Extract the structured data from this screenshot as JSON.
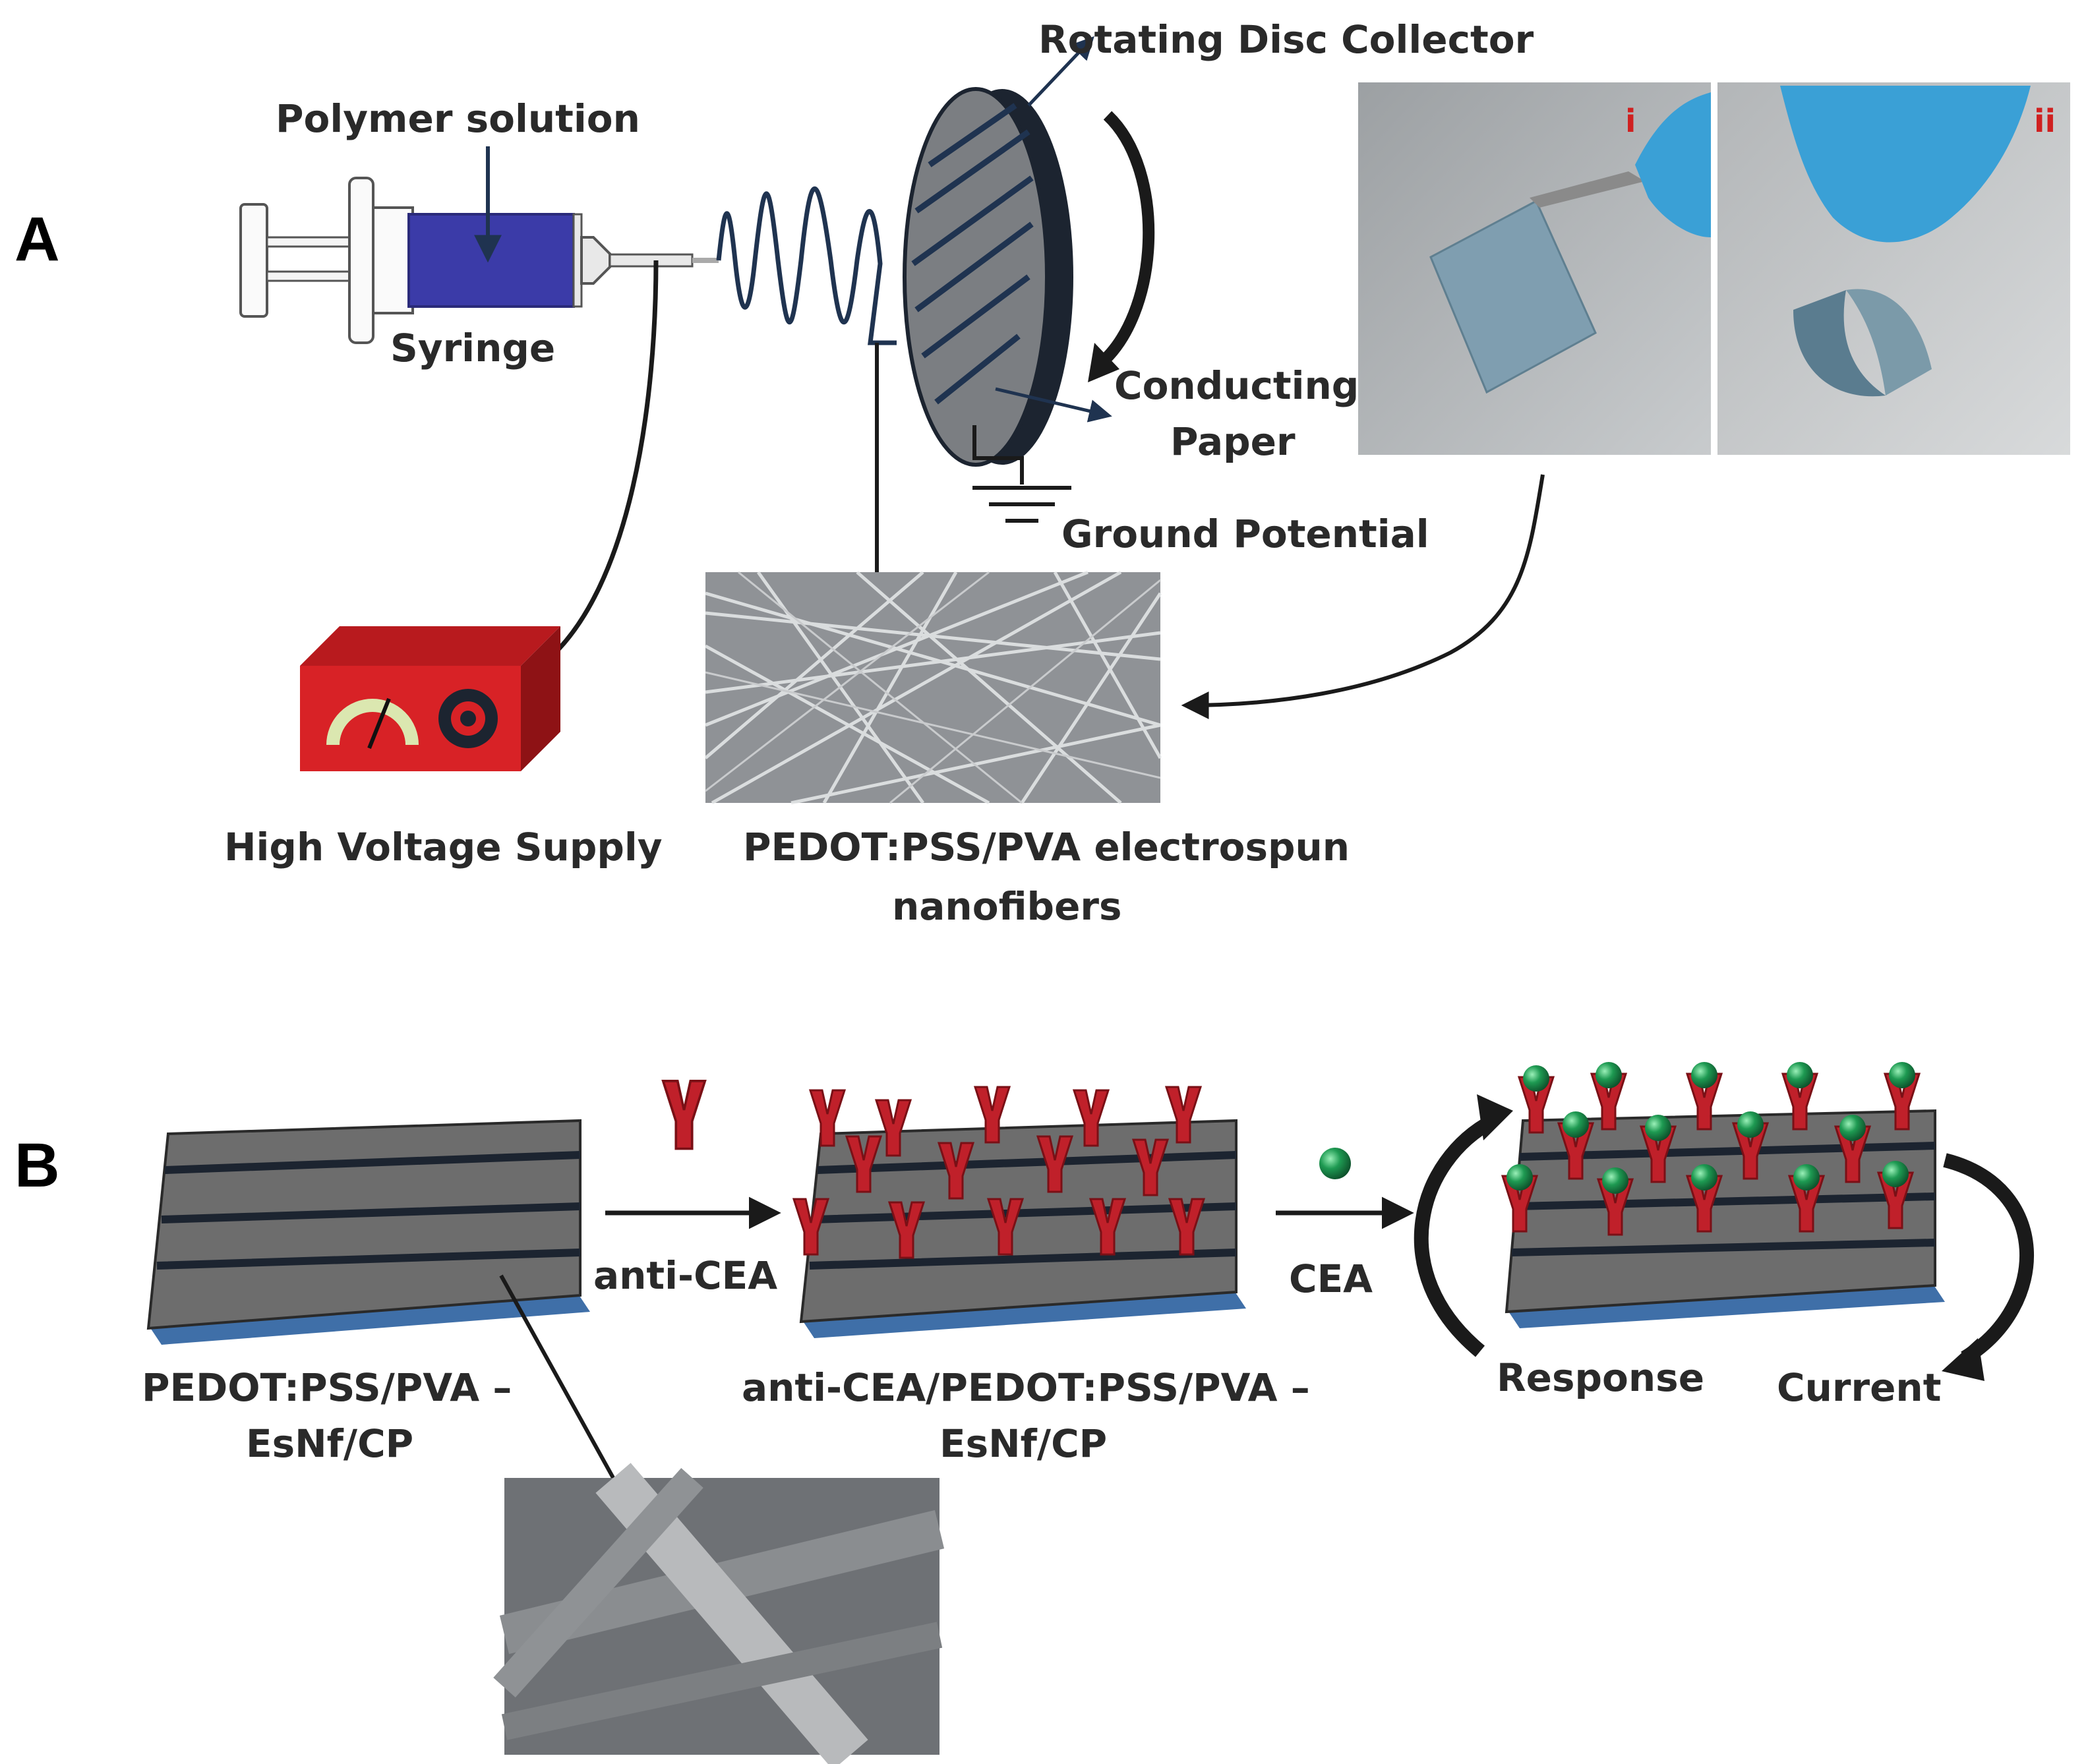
{
  "panel_a": {
    "letter": "A",
    "polymer_solution": "Polymer solution",
    "syringe": "Syringe",
    "rotating_disc_collector": "Rotating Disc Collector",
    "conducting_paper_line1": "Conducting",
    "conducting_paper_line2": "Paper",
    "ground_potential": "Ground Potential",
    "high_voltage_supply": "High Voltage Supply",
    "nanofibers_line1": "PEDOT:PSS/PVA electrospun",
    "nanofibers_line2": "nanofibers",
    "photo_marks": [
      "i",
      "ii"
    ]
  },
  "panel_b": {
    "letter": "B",
    "substrate_line1": "PEDOT:PSS/PVA –",
    "substrate_line2": "EsNf/CP",
    "antibody_step": "anti-CEA",
    "modified_line1": "anti-CEA/PEDOT:PSS/PVA –",
    "modified_line2": "EsNf/CP",
    "antigen_step": "CEA",
    "response": "Response",
    "current": "Current"
  },
  "colors": {
    "antibody": "#c0202a",
    "antigen": "#1e9a52",
    "substrate_top": "#6d6d6d",
    "substrate_base": "#3f6fa8",
    "power_supply": "#d82226",
    "syringe_fill": "#3b3ba8",
    "glove": "#3aa0d6"
  }
}
